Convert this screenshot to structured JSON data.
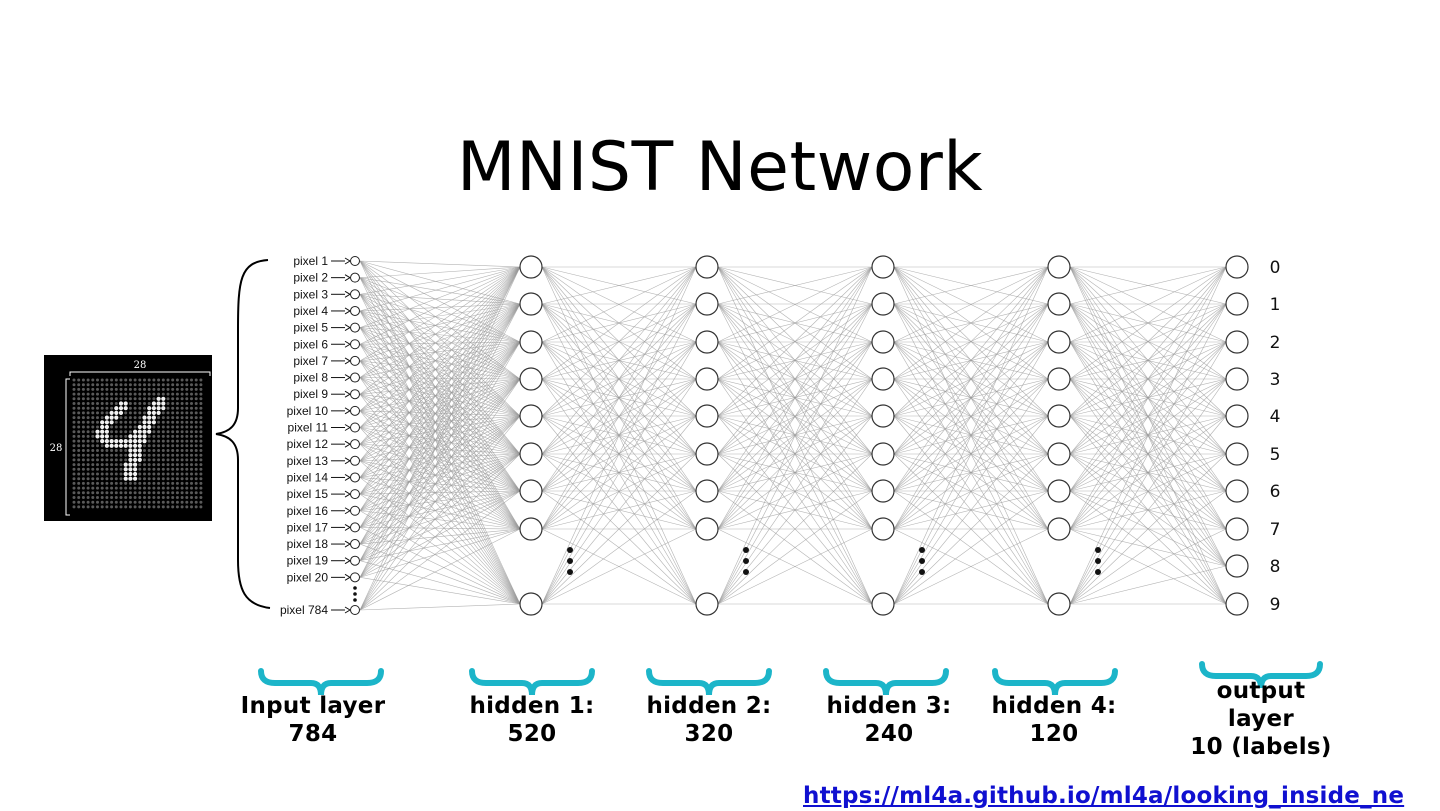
{
  "title": "MNIST Network",
  "image": {
    "width_label": "28",
    "height_label": "28"
  },
  "input_pixels": [
    "pixel 1",
    "pixel 2",
    "pixel 3",
    "pixel 4",
    "pixel 5",
    "pixel 6",
    "pixel 7",
    "pixel 8",
    "pixel 9",
    "pixel 10",
    "pixel 11",
    "pixel 12",
    "pixel 13",
    "pixel 14",
    "pixel 15",
    "pixel 16",
    "pixel 17",
    "pixel 18",
    "pixel 19",
    "pixel 20"
  ],
  "input_last_pixel": "pixel 784",
  "output_labels": [
    "0",
    "1",
    "2",
    "3",
    "4",
    "5",
    "6",
    "7",
    "8",
    "9"
  ],
  "layers": [
    {
      "line1": "Input layer",
      "line2": "784"
    },
    {
      "line1": "hidden 1:",
      "line2": "520"
    },
    {
      "line1": "hidden 2:",
      "line2": "320"
    },
    {
      "line1": "hidden 3:",
      "line2": "240"
    },
    {
      "line1": "hidden 4:",
      "line2": "120"
    },
    {
      "line1": "output",
      "line2": "layer",
      "line3": "10 (labels)"
    }
  ],
  "link_text": "https://ml4a.github.io/ml4a/looking_inside_ne",
  "colors": {
    "brace": "#1cb5c9",
    "link": "#1010d0",
    "edge": "#9a9a9a"
  }
}
